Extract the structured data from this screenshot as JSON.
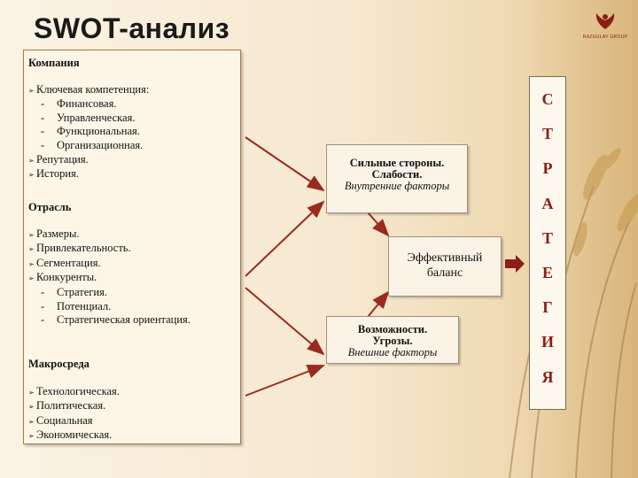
{
  "title": "SWOT-анализ",
  "logo": {
    "name": "RAZGULAY GROUP",
    "icon": "phoenix-logo-icon",
    "color": "#8b1e16"
  },
  "left_panel": {
    "company": {
      "heading": "Компания",
      "items": [
        {
          "type": "arrow",
          "text": "Ключевая компетенция:"
        },
        {
          "type": "dash",
          "text": "Финансовая."
        },
        {
          "type": "dash",
          "text": "Управленческая."
        },
        {
          "type": "dash",
          "text": "Функциональная."
        },
        {
          "type": "dash",
          "text": "Организационная."
        },
        {
          "type": "arrow",
          "text": "Репутация."
        },
        {
          "type": "arrow",
          "text": "История."
        }
      ]
    },
    "industry": {
      "heading": "Отрасль",
      "items": [
        {
          "type": "arrow",
          "text": "Размеры."
        },
        {
          "type": "arrow",
          "text": "Привлекательность."
        },
        {
          "type": "arrow",
          "text": "Сегментация."
        },
        {
          "type": "arrow",
          "text": "Конкуренты."
        },
        {
          "type": "dash",
          "text": "Стратегия."
        },
        {
          "type": "dash",
          "text": "Потенциал."
        },
        {
          "type": "dash",
          "text": "Стратегическая ориентация."
        }
      ]
    },
    "macro": {
      "heading": "Макросреда",
      "items": [
        {
          "type": "arrow",
          "text": "Технологическая."
        },
        {
          "type": "arrow",
          "text": "Политическая."
        },
        {
          "type": "arrow",
          "text": "Социальная"
        },
        {
          "type": "arrow",
          "text": "Экономическая."
        }
      ]
    }
  },
  "strengths_box": {
    "line1": "Сильные стороны.",
    "line2": "Слабости.",
    "line3": "Внутренние факторы"
  },
  "balance_box": {
    "line1": "Эффективный",
    "line2": "баланс"
  },
  "opportunities_box": {
    "line1": "Возможности.",
    "line2": "Угрозы.",
    "line3": "Внешние факторы"
  },
  "strategy_letters": [
    "С",
    "Т",
    "Р",
    "А",
    "Т",
    "Е",
    "Г",
    "И",
    "Я"
  ],
  "colors": {
    "accent": "#8b1e16",
    "arrow": "#9b2a1e",
    "panel": "#fdf6e7"
  }
}
